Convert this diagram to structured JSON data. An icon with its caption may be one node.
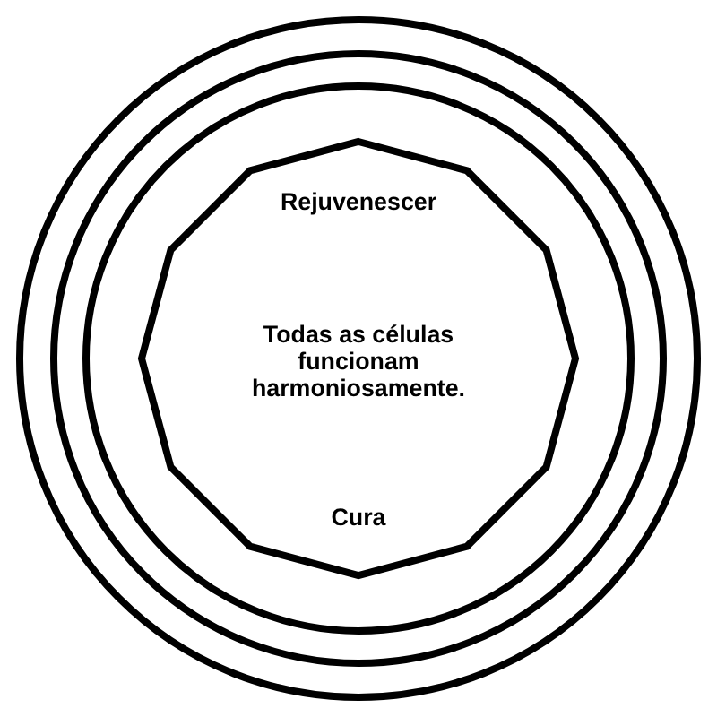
{
  "diagram": {
    "nodes": [
      {
        "text": [],
        "shape": "circle"
      },
      {
        "text": [],
        "shape": "circle",
        "in": 0
      },
      {
        "text": [],
        "shape": "circle",
        "in": 1
      },
      {
        "text": [
          "Rejuvenescer",
          "Todas as células funcionam harmoniosamente.",
          "Cura"
        ],
        "in": 2
      }
    ]
  }
}
